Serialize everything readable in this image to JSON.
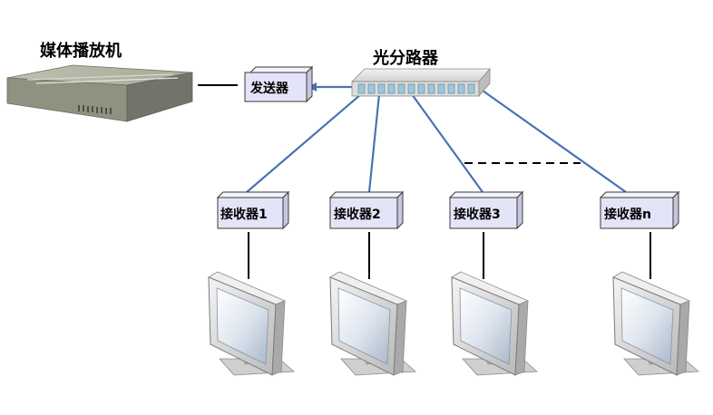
{
  "diagram": {
    "media_player": {
      "label": "媒体播放机"
    },
    "transmitter": {
      "label": "发送器"
    },
    "splitter": {
      "label": "光分路器"
    },
    "receivers": [
      {
        "label": "接收器1"
      },
      {
        "label": "接收器2"
      },
      {
        "label": "接收器3"
      },
      {
        "label": "接收器n"
      }
    ]
  },
  "colors": {
    "box_fill": "#e4e4f8",
    "box_stroke": "#3a3a3a",
    "fiber": "#4a73b4",
    "cable": "#000000"
  },
  "icons": {
    "media_player": "media-player-icon",
    "splitter": "optical-splitter-icon",
    "monitor": "monitor-icon"
  }
}
